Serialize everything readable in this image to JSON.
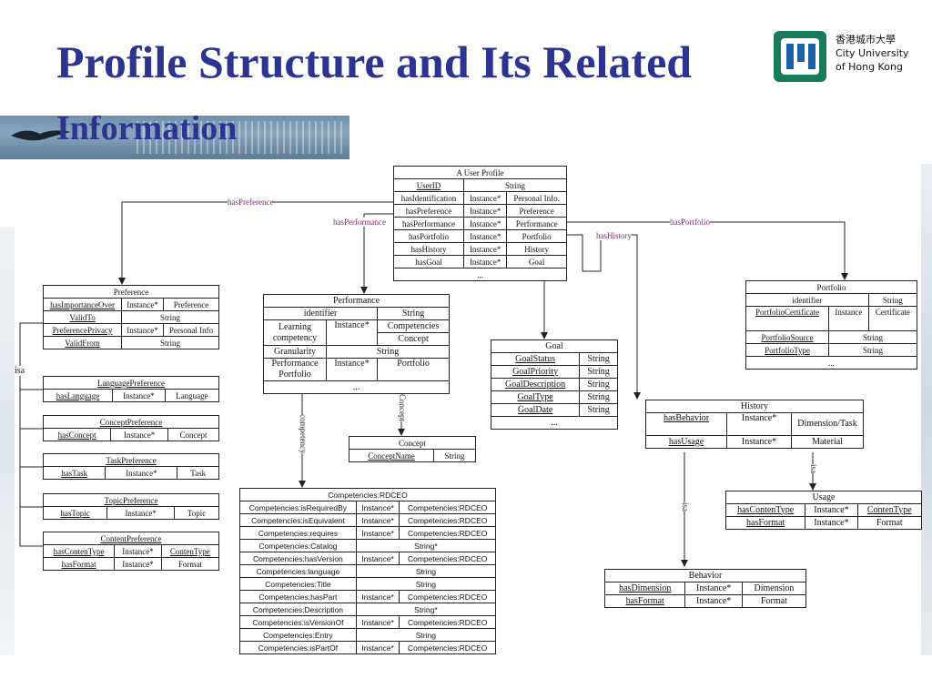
{
  "slide": {
    "title": "Profile Structure and Its Related",
    "subtitle": "Information"
  },
  "logo": {
    "chinese": "香港城市大學",
    "line1": "City University",
    "line2": "of Hong Kong",
    "colors": {
      "green": "#1a7a5e",
      "blue": "#1d5fa8"
    }
  },
  "colors": {
    "title": "#2b3590",
    "edge_label": "#7a2a6e",
    "line": "#222222"
  },
  "edges": {
    "hasPreference": "hasPreference",
    "hasPerformance": "hasPerformance",
    "hasGoal": "hasGoal",
    "hasHistory": "hasHistory",
    "hasPortfolio": "hasPortfolio",
    "isa": "isa",
    "competency": "competency",
    "concept": "Concept",
    "isa_usage": "isa",
    "isa_behavior": "isa"
  },
  "userProfile": {
    "title": "A User Profile",
    "rows": [
      [
        "UserID",
        "String"
      ],
      [
        "hasIdentification",
        "Instance*",
        "Personal Info."
      ],
      [
        "hasPreference",
        "Instance*",
        "Preference"
      ],
      [
        "hasPerformance",
        "Instance*",
        "Performance"
      ],
      [
        "hasPortfolio",
        "Instance*",
        "Portfolio"
      ],
      [
        "hasHistory",
        "Instance*",
        "History"
      ],
      [
        "hasGoal",
        "Instance*",
        "Goal"
      ]
    ],
    "more": "..."
  },
  "preference": {
    "title": "Preference",
    "rows": [
      [
        "hasImportanceOver",
        "Instance*",
        "Preference"
      ],
      [
        "ValidTo",
        "String"
      ],
      [
        "PreferencePrivacy",
        "Instance*",
        "Personal Info"
      ],
      [
        "ValidFrom",
        "String"
      ]
    ]
  },
  "languagePreference": {
    "title": "LanguagePreference",
    "rows": [
      [
        "hasLanguage",
        "Instance*",
        "Language"
      ]
    ]
  },
  "conceptPreference": {
    "title": "ConceptPreference",
    "rows": [
      [
        "hasConcept",
        "Instance*",
        "Concept"
      ]
    ]
  },
  "taskPreference": {
    "title": "TaskPreference",
    "rows": [
      [
        "hasTask",
        "Instance*",
        "Task"
      ]
    ]
  },
  "topicPreference": {
    "title": "TopicPreference",
    "rows": [
      [
        "hasTopic",
        "Instance*",
        "Topic"
      ]
    ]
  },
  "contentPreference": {
    "title": "ContentPreference",
    "rows": [
      [
        "hasContenType",
        "Instance*",
        "ContenType"
      ],
      [
        "hasFormat",
        "Instance*",
        "Format"
      ]
    ]
  },
  "performance": {
    "title": "Performance",
    "identifier": [
      "identifier",
      "String"
    ],
    "learning": [
      "Learning competency",
      "Instance*",
      "Competencies",
      "Concept"
    ],
    "granularity": [
      "Granularity",
      "String"
    ],
    "portfolio": [
      "Performance Portfolio",
      "Instance*",
      "Portfolio"
    ],
    "more": "..."
  },
  "concept": {
    "title": "Concept",
    "rows": [
      [
        "ConceptName",
        "String"
      ]
    ]
  },
  "competencies": {
    "title": "Competencies:RDCEO",
    "rows": [
      [
        "Competencies:isRequiredBy",
        "Instance*",
        "Competencies:RDCEO"
      ],
      [
        "Competencies:isEquivalent",
        "Instance*",
        "Competencies:RDCEO"
      ],
      [
        "Competencies:requires",
        "Instance*",
        "Competencies:RDCEO"
      ],
      [
        "Competencies:Catalog",
        "String*"
      ],
      [
        "Competencies:hasVersion",
        "Instance*",
        "Competencies:RDCEO"
      ],
      [
        "Competencies:language",
        "String"
      ],
      [
        "Competencies:Title",
        "String"
      ],
      [
        "Competencies:hasPart",
        "Instance*",
        "Competencies:RDCEO"
      ],
      [
        "Competencies:Description",
        "String*"
      ],
      [
        "Competencies:isVersionOf",
        "Instance*",
        "Competencies:RDCEO"
      ],
      [
        "Competencies:Entry",
        "String"
      ],
      [
        "Competencies:isPartOf",
        "Instance*",
        "Competencies:RDCEO"
      ]
    ]
  },
  "goal": {
    "title": "Goal",
    "rows": [
      [
        "GoalStatus",
        "String"
      ],
      [
        "GoalPriority",
        "String"
      ],
      [
        "GoalDescription",
        "String"
      ],
      [
        "GoalType",
        "String"
      ],
      [
        "GoalDate",
        "String"
      ]
    ],
    "more": "..."
  },
  "portfolio": {
    "title": "Portfolio",
    "identifier": [
      "identifier",
      "String"
    ],
    "rows": [
      [
        "PortfolioCertificate",
        "Instance",
        "Certificate"
      ],
      [
        "PortfolioSource",
        "String"
      ],
      [
        "PortfolioType",
        "String"
      ]
    ],
    "more": "..."
  },
  "history": {
    "title": "History",
    "rows": [
      [
        "hasBehavior",
        "Instance*",
        "Dimension/Task"
      ],
      [
        "hasUsage",
        "Instance*",
        "Material"
      ]
    ]
  },
  "usage": {
    "title": "Usage",
    "rows": [
      [
        "hasContenType",
        "Instance*",
        "ContenType"
      ],
      [
        "hasFormat",
        "Instance*",
        "Format"
      ]
    ]
  },
  "behavior": {
    "title": "Behavior",
    "rows": [
      [
        "hasDimension",
        "Instance*",
        "Dimension"
      ],
      [
        "hasFormat",
        "Instance*",
        "Format"
      ]
    ]
  }
}
